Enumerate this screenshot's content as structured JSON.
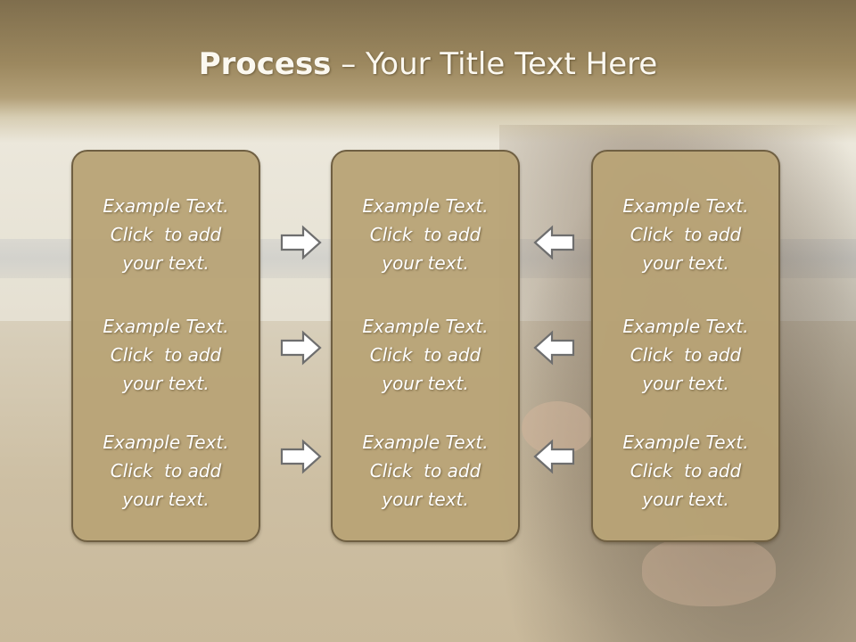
{
  "slide": {
    "title_bold": "Process",
    "title_rest": " – Your Title Text Here"
  },
  "columns": [
    {
      "items": [
        {
          "line1": "Example Text.",
          "line2": "Click  to add",
          "line3": "your text."
        },
        {
          "line1": "Example Text.",
          "line2": "Click  to add",
          "line3": "your text."
        },
        {
          "line1": "Example Text.",
          "line2": "Click  to add",
          "line3": "your text."
        }
      ]
    },
    {
      "items": [
        {
          "line1": "Example Text.",
          "line2": "Click  to add",
          "line3": "your text."
        },
        {
          "line1": "Example Text.",
          "line2": "Click  to add",
          "line3": "your text."
        },
        {
          "line1": "Example Text.",
          "line2": "Click  to add",
          "line3": "your text."
        }
      ]
    },
    {
      "items": [
        {
          "line1": "Example Text.",
          "line2": "Click  to add",
          "line3": "your text."
        },
        {
          "line1": "Example Text.",
          "line2": "Click  to add",
          "line3": "your text."
        },
        {
          "line1": "Example Text.",
          "line2": "Click  to add",
          "line3": "your text."
        }
      ]
    }
  ],
  "icons": {
    "left_arrows": "arrow-right-icon",
    "right_arrows": "arrow-left-icon"
  },
  "colors": {
    "box_fill": "#b8a376",
    "box_border": "#6f5f42",
    "title_band": "#9c885f",
    "text": "#ffffff",
    "arrow_fill": "#ffffff",
    "arrow_stroke": "#6e6e6e"
  }
}
